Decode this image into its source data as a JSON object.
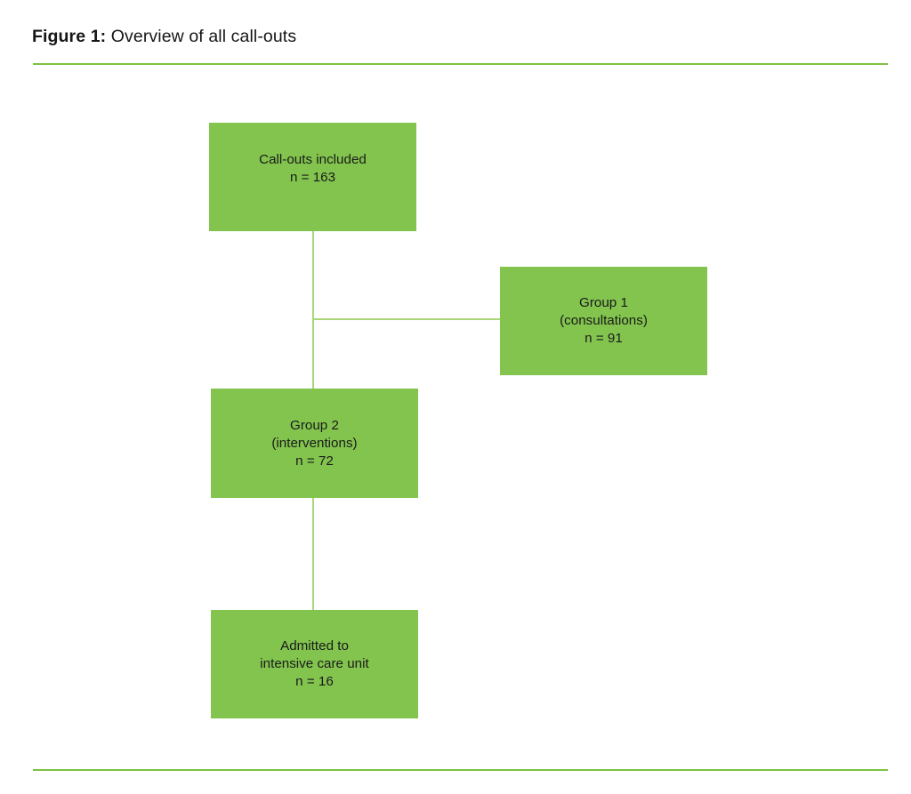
{
  "figure": {
    "label": "Figure 1:",
    "title": " Overview of all call-outs"
  },
  "colors": {
    "box_fill": "#82C44E",
    "rule": "#7DC242",
    "connector": "#A9D678",
    "text": "#1B1B1B",
    "background": "#FFFFFF"
  },
  "chart_data": {
    "type": "diagram",
    "title": "Overview of all call-outs",
    "nodes": [
      {
        "id": "included",
        "label": "Call-outs included",
        "count_label": "n = 163",
        "n": 163,
        "text": "Call-outs included\nn = 163"
      },
      {
        "id": "group1",
        "label": "Group 1",
        "sublabel": "(consultations)",
        "count_label": "n = 91",
        "n": 91,
        "text": "Group 1\n(consultations)\nn = 91"
      },
      {
        "id": "group2",
        "label": "Group 2",
        "sublabel": "(interventions)",
        "count_label": "n = 72",
        "n": 72,
        "text": "Group 2\n(interventions)\nn = 72"
      },
      {
        "id": "icu",
        "label": "Admitted to intensive care unit",
        "count_label": "n = 16",
        "n": 16,
        "text": "Admitted to\nintensive care unit\nn = 16"
      }
    ],
    "edges": [
      {
        "from": "included",
        "to": "group1"
      },
      {
        "from": "included",
        "to": "group2"
      },
      {
        "from": "group2",
        "to": "icu"
      }
    ]
  }
}
